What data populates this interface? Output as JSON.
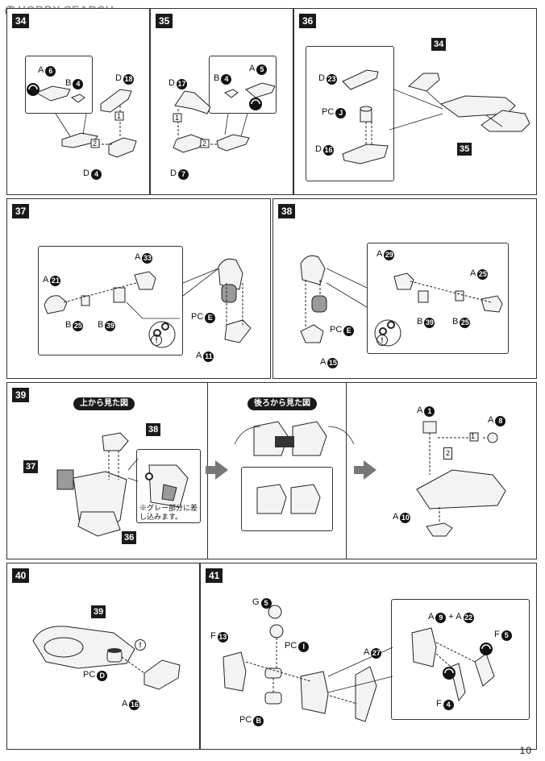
{
  "watermark": "HOBBY SEARCH",
  "page_number": "10",
  "steps": {
    "s34": {
      "number": "34",
      "labels": {
        "a": "A",
        "a_n": "6",
        "b": "B",
        "b_n": "4",
        "d1": "D",
        "d1_n": "18",
        "d2": "D",
        "d2_n": "4",
        "seq1": "1",
        "seq2": "2"
      }
    },
    "s35": {
      "number": "35",
      "labels": {
        "a": "A",
        "a_n": "5",
        "b": "B",
        "b_n": "4",
        "d1": "D",
        "d1_n": "17",
        "d2": "D",
        "d2_n": "7",
        "seq1": "1",
        "seq2": "2"
      }
    },
    "s36": {
      "number": "36",
      "labels": {
        "d1": "D",
        "d1_n": "23",
        "pc": "PC",
        "pc_n": "J",
        "d2": "D",
        "d2_n": "16",
        "ref1": "34",
        "ref2": "35"
      }
    },
    "s37": {
      "number": "37",
      "labels": {
        "a1": "A",
        "a1_n": "21",
        "a2": "A",
        "a2_n": "33",
        "b1": "B",
        "b1_n": "25",
        "b2": "B",
        "b2_n": "39",
        "pc": "PC",
        "pc_n": "E",
        "a3": "A",
        "a3_n": "11",
        "warn": "!"
      }
    },
    "s38": {
      "number": "38",
      "labels": {
        "a1": "A",
        "a1_n": "29",
        "a2": "A",
        "a2_n": "25",
        "b1": "B",
        "b1_n": "39",
        "b2": "B",
        "b2_n": "25",
        "pc": "PC",
        "pc_n": "E",
        "a3": "A",
        "a3_n": "15",
        "warn": "!"
      }
    },
    "s39": {
      "number": "39",
      "caption_top": "上から見た図",
      "caption_back": "後ろから見た図",
      "note": "※グレー部分に差し込みます。",
      "labels": {
        "ref38": "38",
        "ref37": "37",
        "ref36": "36",
        "a1": "A",
        "a1_n": "1",
        "a2": "A",
        "a2_n": "8",
        "a3": "A",
        "a3_n": "10",
        "seq1": "1",
        "seq2": "2"
      }
    },
    "s40": {
      "number": "40",
      "labels": {
        "ref39": "39",
        "pc": "PC",
        "pc_n": "D",
        "a": "A",
        "a_n": "16",
        "warn": "!"
      }
    },
    "s41": {
      "number": "41",
      "labels": {
        "g": "G",
        "g_n": "5",
        "f1": "F",
        "f1_n": "13",
        "pc1": "PC",
        "pc1_n": "I",
        "pc2": "PC",
        "pc2_n": "B",
        "a1": "A",
        "a1_n": "27",
        "a2": "A",
        "a2_n": "9",
        "plus": "+",
        "a3": "A",
        "a3_n": "22",
        "f2": "F",
        "f2_n": "5",
        "f3": "F",
        "f3_n": "4"
      }
    }
  }
}
